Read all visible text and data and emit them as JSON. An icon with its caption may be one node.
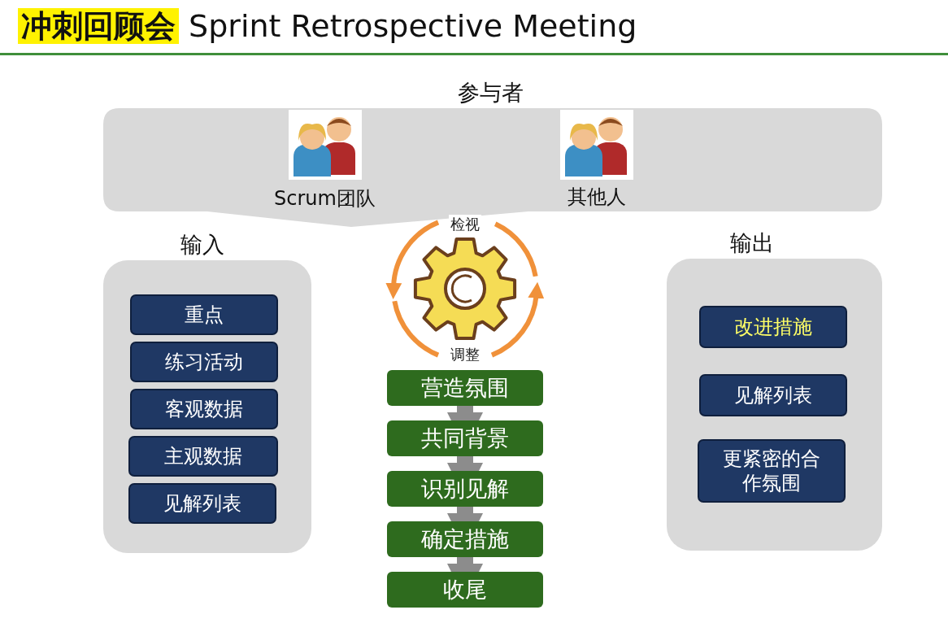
{
  "diagram": {
    "title": "**冲刺回顾会** Sprint Retrospective Meeting",
    "nodes": [
      {
        "text": [
          "参与者",
          "Scrum团队",
          "其他人"
        ]
      },
      {
        "text": [
          "输入"
        ]
      },
      {
        "text": [
          "重点"
        ],
        "in": 1
      },
      {
        "text": [
          "练习活动"
        ],
        "in": 1
      },
      {
        "text": [
          "客观数据"
        ],
        "in": 1
      },
      {
        "text": [
          "主观数据"
        ],
        "in": 1
      },
      {
        "text": [
          "见解列表"
        ],
        "in": 1
      },
      {
        "text": [
          "输出"
        ]
      },
      {
        "text": [
          "改进措施"
        ],
        "in": 7
      },
      {
        "text": [
          "见解列表"
        ],
        "in": 7
      },
      {
        "text": [
          "更紧密的合作氛围"
        ],
        "in": 7
      },
      {
        "text": [
          "营造氛围"
        ]
      },
      {
        "text": [
          "共同背景"
        ]
      },
      {
        "text": [
          "识别见解"
        ]
      },
      {
        "text": [
          "确定措施"
        ]
      },
      {
        "text": [
          "收尾"
        ]
      }
    ],
    "edges": [
      {
        "from": 11,
        "to": 12,
        "arrow": "to"
      },
      {
        "from": 12,
        "to": 13,
        "arrow": "to"
      },
      {
        "from": 13,
        "to": 14,
        "arrow": "to"
      },
      {
        "from": 14,
        "to": 15,
        "arrow": "to"
      }
    ],
    "labels": [
      "检视",
      "调整"
    ]
  }
}
